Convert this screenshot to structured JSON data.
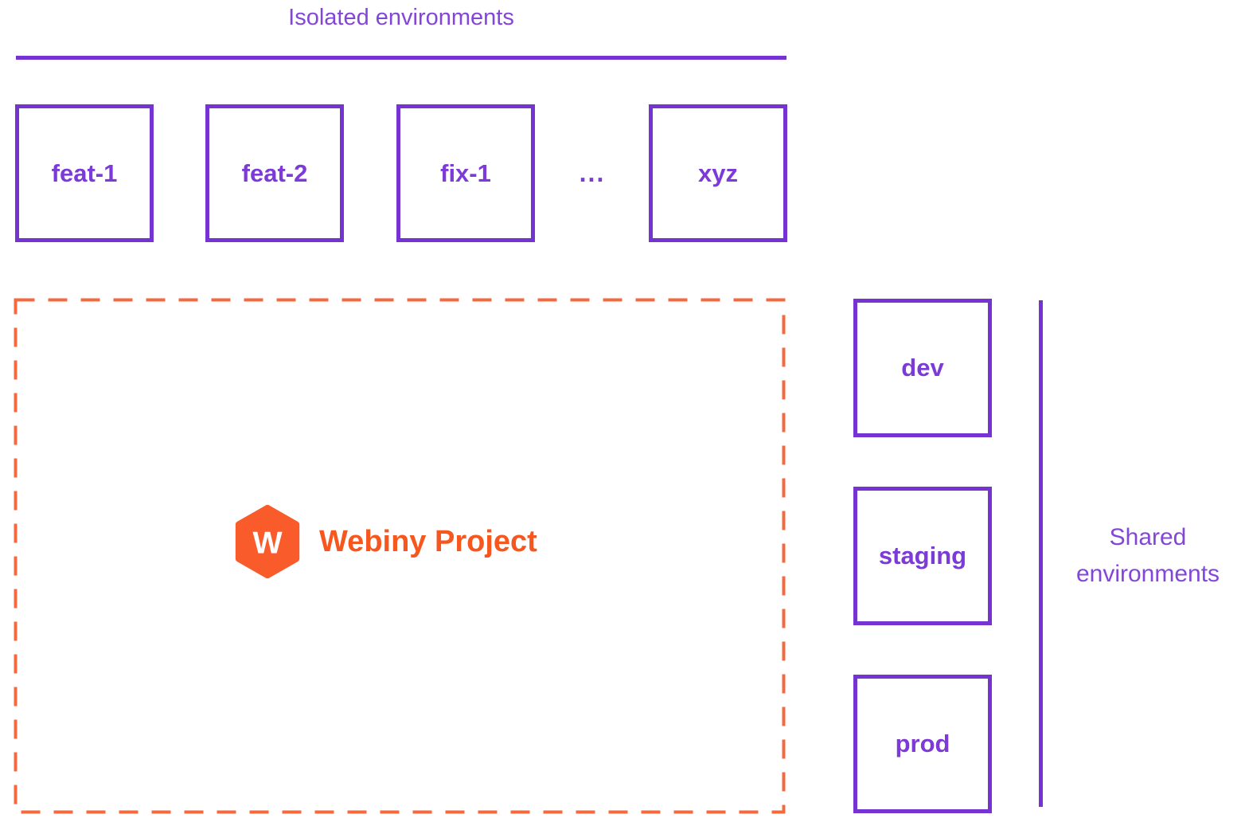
{
  "colors": {
    "purple_border": "#7533d2",
    "purple_text": "#7c3ad6",
    "purple_heading": "#8346d8",
    "orange_dash": "#f5693f",
    "orange_logo": "#f95b2b",
    "orange_text": "#f6571e"
  },
  "isolated_environments": {
    "title": "Isolated environments",
    "boxes": [
      {
        "label": "feat-1"
      },
      {
        "label": "feat-2"
      },
      {
        "label": "fix-1"
      },
      {
        "label": "xyz"
      }
    ],
    "ellipsis": "..."
  },
  "webiny_project": {
    "label": "Webiny Project",
    "logo_icon": "webiny-hexagon-logo",
    "logo_letter": "W"
  },
  "shared_environments": {
    "title": "Shared environments",
    "boxes": [
      {
        "label": "dev"
      },
      {
        "label": "staging"
      },
      {
        "label": "prod"
      }
    ]
  }
}
